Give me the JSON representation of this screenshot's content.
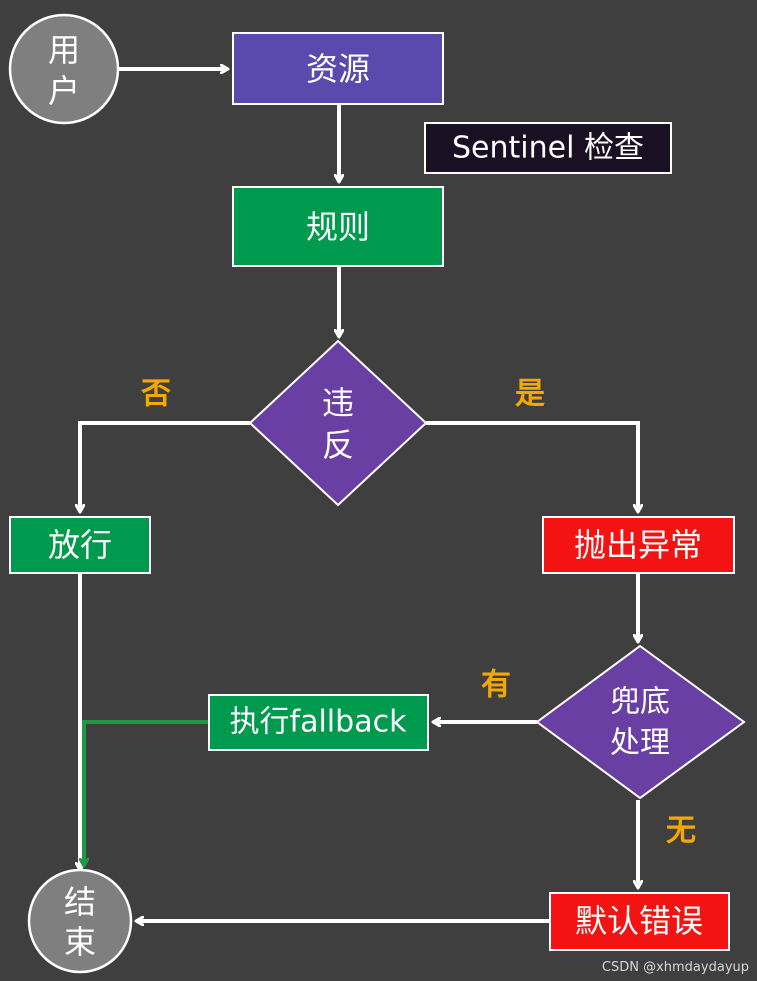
{
  "nodes": {
    "user": [
      "用",
      "户"
    ],
    "resource": "资源",
    "sentinel_check": "Sentinel 检查",
    "rule": "规则",
    "violation": [
      "违",
      "反"
    ],
    "allow": "放行",
    "throw_exception": "抛出异常",
    "fallback_handling": [
      "兜底",
      "处理"
    ],
    "execute_fallback": "执行fallback",
    "default_error": "默认错误",
    "end": [
      "结",
      "束"
    ]
  },
  "edge_labels": {
    "no": "否",
    "yes": "是",
    "has": "有",
    "none": "无"
  },
  "watermark": "CSDN @xhmdaydayup",
  "colors": {
    "background": "#3f3f3f",
    "purple": "#6a3fa4",
    "resource_purple": "#5b4aae",
    "green": "#009a4e",
    "red": "#f31313",
    "gray": "#7f7f7f",
    "dark": "#1a1024",
    "label_orange": "#f5a800",
    "green_edge": "#1e9a44"
  }
}
